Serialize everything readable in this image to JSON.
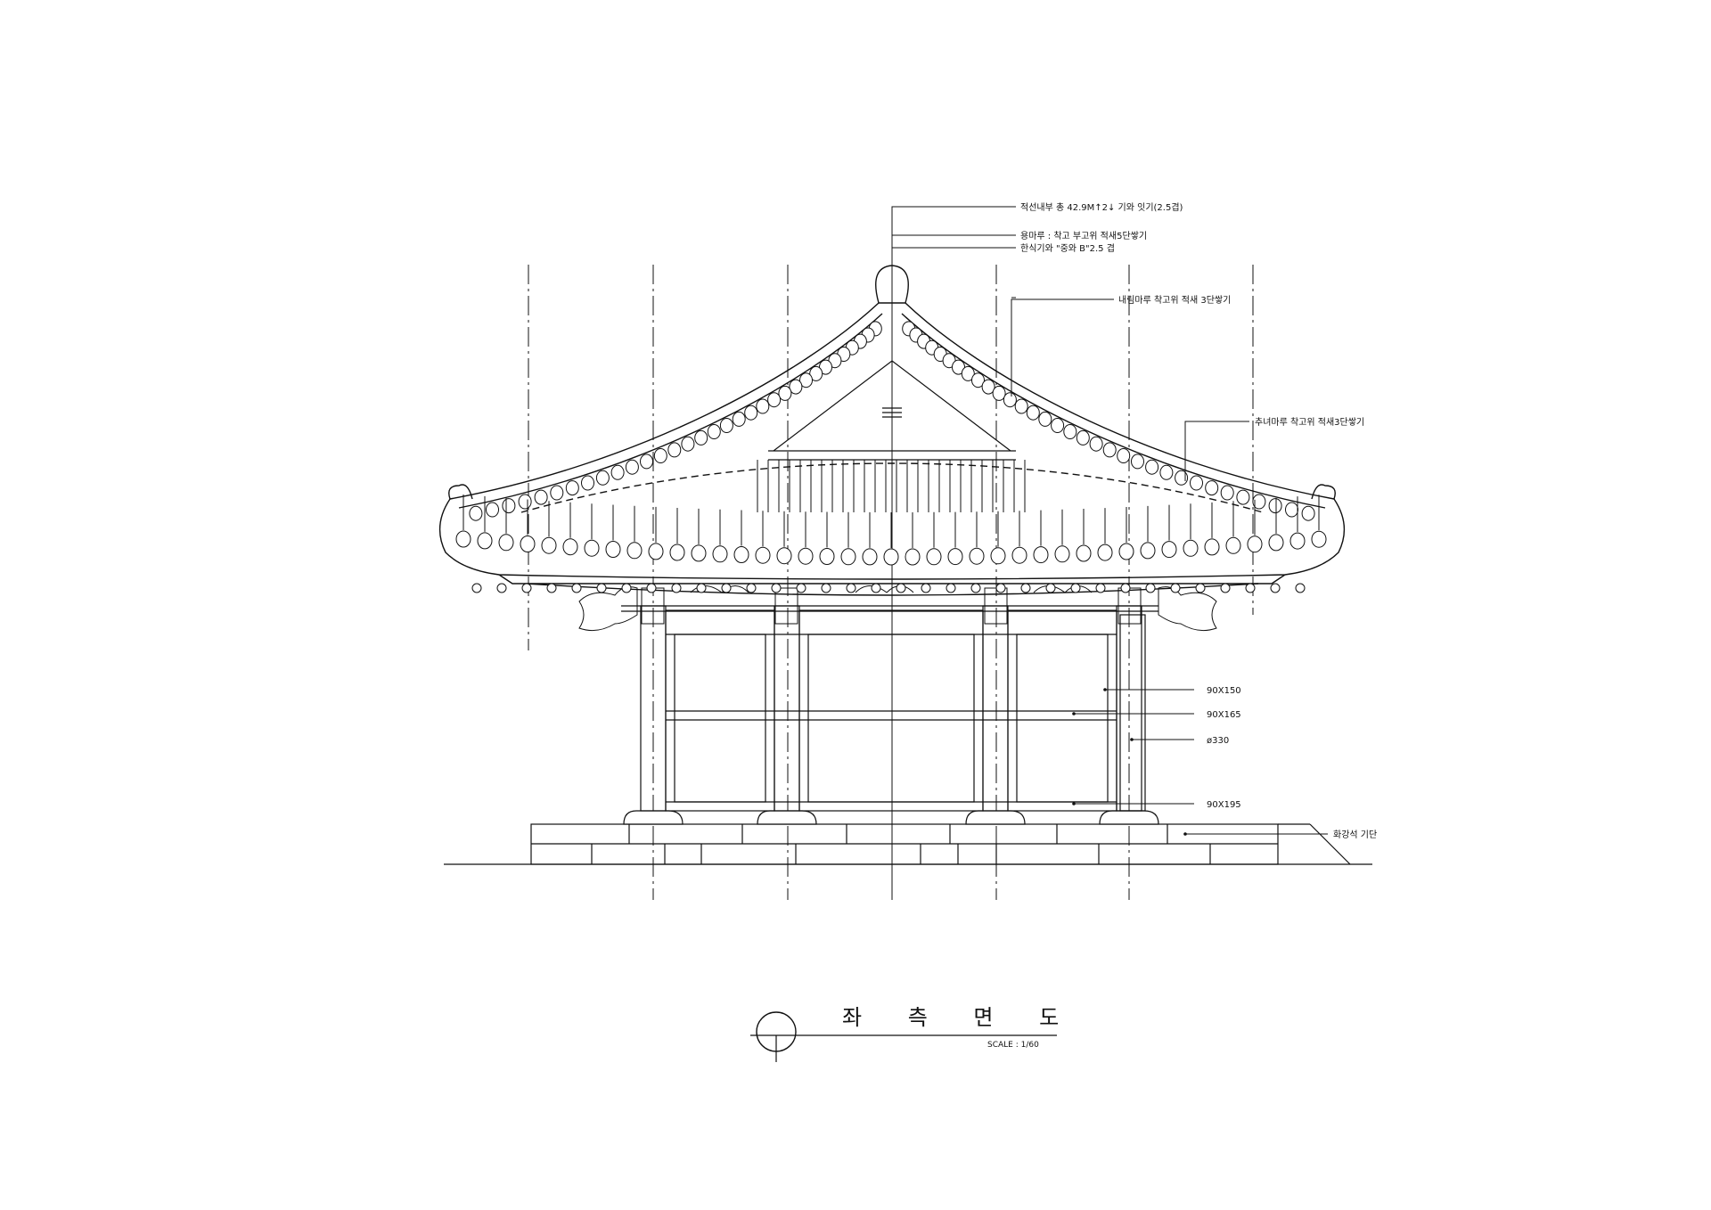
{
  "notes": {
    "ridge_top": "적선내부 총 42.9M↑2↓ 기와 잇기(2.5겹)",
    "ridge_main": "용마루 : 착고 부고위 적새5단쌓기",
    "ridge_tile": "한식기와 \"중와 B\"2.5 겹",
    "descending_ridge": "내림마루 착고위 적새 3단쌓기",
    "hip_ridge": "추녀마루 착고위 적새3단쌓기",
    "dim_1": "90X150",
    "dim_2": "90X165",
    "dim_3": "ø330",
    "dim_4": "90X195",
    "foundation": "화강석 기단"
  },
  "title": {
    "text": "좌 측 면 도",
    "scale": "SCALE : 1/60"
  },
  "colors": {
    "line": "#111111",
    "background": "#ffffff"
  }
}
